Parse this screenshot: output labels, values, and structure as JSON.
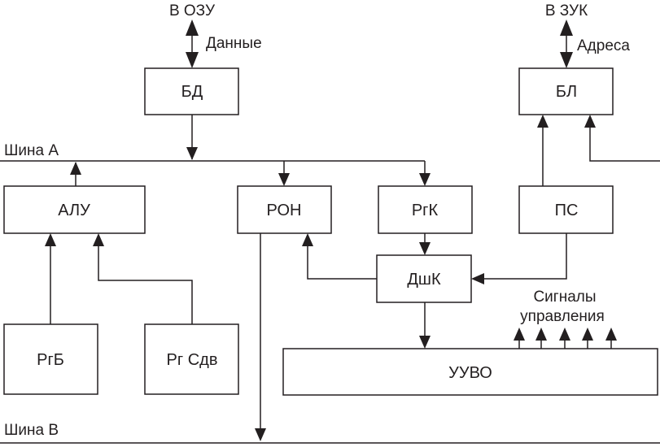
{
  "bus_a": "Шина A",
  "bus_b": "Шина B",
  "blocks": {
    "bd": "БД",
    "bl": "БЛ",
    "alu": "АЛУ",
    "ron": "РОН",
    "rgk": "РгК",
    "ps": "ПС",
    "dshk": "ДшК",
    "rgb": "РгБ",
    "rg_sdv": "Рг Сдв",
    "uuvo": "УУВО"
  },
  "labels": {
    "to_ozu": "В ОЗУ",
    "data": "Данные",
    "to_zuk": "В ЗУК",
    "address": "Адреса",
    "signals_line1": "Сигналы",
    "signals_line2": "управления"
  }
}
